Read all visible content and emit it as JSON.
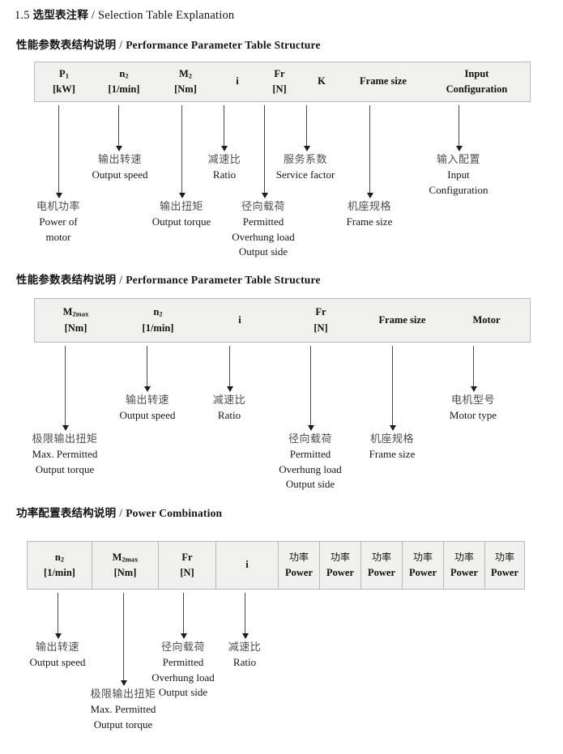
{
  "document": {
    "section_number": "1.5",
    "section_title_cn": "选型表注释",
    "section_separator": "/",
    "section_title_en": "Selection Table Explanation"
  },
  "sections": [
    {
      "heading_cn": "性能参数表结构说明",
      "heading_sep": "/",
      "heading_en": "Performance Parameter Table Structure",
      "table": {
        "columns": [
          {
            "sym": "P",
            "sub": "1",
            "unit": "[kW]"
          },
          {
            "sym": "n",
            "sub": "2",
            "unit": "[1/min]"
          },
          {
            "sym": "M",
            "sub": "2",
            "unit": "[Nm]"
          },
          {
            "sym": "i",
            "sub": "",
            "unit": ""
          },
          {
            "sym": "Fr",
            "sub": "",
            "unit": "[N]"
          },
          {
            "sym": "K",
            "sub": "",
            "unit": ""
          },
          {
            "sym": "Frame size",
            "sub": "",
            "unit": ""
          },
          {
            "sym": "Input",
            "sub": "",
            "unit": "Configuration"
          }
        ]
      },
      "annotations": [
        {
          "cn": "电机功率",
          "en": [
            "Power of",
            "motor"
          ]
        },
        {
          "cn": "输出转速",
          "en": [
            "Output speed"
          ]
        },
        {
          "cn": "输出扭矩",
          "en": [
            "Output torque"
          ]
        },
        {
          "cn": "减速比",
          "en": [
            "Ratio"
          ]
        },
        {
          "cn": "径向载荷",
          "en": [
            "Permitted",
            "Overhung load",
            "Output side"
          ]
        },
        {
          "cn": "服务系数",
          "en": [
            "Service factor"
          ]
        },
        {
          "cn": "机座规格",
          "en": [
            "Frame size"
          ]
        },
        {
          "cn": "输入配置",
          "en": [
            "Input",
            "Configuration"
          ]
        }
      ]
    },
    {
      "heading_cn": "性能参数表结构说明",
      "heading_sep": "/",
      "heading_en": "Performance Parameter Table Structure",
      "table": {
        "columns": [
          {
            "sym": "M",
            "sub": "2max",
            "unit": "[Nm]"
          },
          {
            "sym": "n",
            "sub": "2",
            "unit": "[1/min]"
          },
          {
            "sym": "i",
            "sub": "",
            "unit": ""
          },
          {
            "sym": "Fr",
            "sub": "",
            "unit": "[N]"
          },
          {
            "sym": "Frame size",
            "sub": "",
            "unit": ""
          },
          {
            "sym": "Motor",
            "sub": "",
            "unit": ""
          }
        ]
      },
      "annotations": [
        {
          "cn": "极限输出扭矩",
          "en": [
            "Max. Permitted",
            "Output  torque"
          ]
        },
        {
          "cn": "输出转速",
          "en": [
            "Output speed"
          ]
        },
        {
          "cn": "减速比",
          "en": [
            "Ratio"
          ]
        },
        {
          "cn": "径向载荷",
          "en": [
            "Permitted",
            "Overhung load",
            "Output side"
          ]
        },
        {
          "cn": "机座规格",
          "en": [
            "Frame size"
          ]
        },
        {
          "cn": "电机型号",
          "en": [
            "Motor type"
          ]
        }
      ]
    },
    {
      "heading_cn": "功率配置表结构说明",
      "heading_sep": "/",
      "heading_en": "Power Combination",
      "table": {
        "columns": [
          {
            "sym": "n",
            "sub": "2",
            "unit": "[1/min]"
          },
          {
            "sym": "M",
            "sub": "2max",
            "unit": "[Nm]"
          },
          {
            "sym": "Fr",
            "sub": "",
            "unit": "[N]"
          },
          {
            "sym": "i",
            "sub": "",
            "unit": ""
          }
        ],
        "power_columns": [
          {
            "cn": "功率",
            "en": "Power"
          },
          {
            "cn": "功率",
            "en": "Power"
          },
          {
            "cn": "功率",
            "en": "Power"
          },
          {
            "cn": "功率",
            "en": "Power"
          },
          {
            "cn": "功率",
            "en": "Power"
          },
          {
            "cn": "功率",
            "en": "Power"
          }
        ]
      },
      "annotations": [
        {
          "cn": "输出转速",
          "en": [
            "Output speed"
          ]
        },
        {
          "cn": "极限输出扭矩",
          "en": [
            "Max. Permitted",
            "Output  torque"
          ]
        },
        {
          "cn": "径向载荷",
          "en": [
            "Permitted",
            "Overhung load",
            "Output side"
          ]
        },
        {
          "cn": "减速比",
          "en": [
            "Ratio"
          ]
        }
      ]
    }
  ],
  "colors": {
    "table_fill": "#f0f0ef",
    "table_border": "#b9b9b9",
    "arrow": "#1d1d1d",
    "cn_text": "#4d4d4d",
    "en_text": "#161616"
  }
}
